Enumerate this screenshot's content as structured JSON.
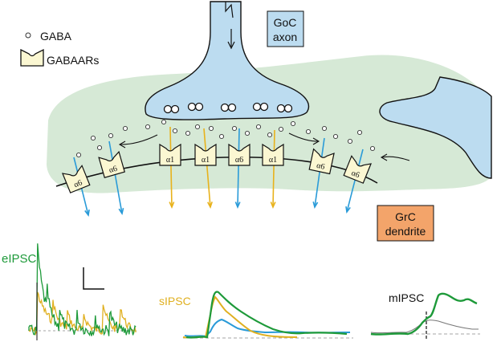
{
  "legend": {
    "gaba_label": "GABA",
    "receptor_label": "GABAARs"
  },
  "labels": {
    "goc_line1": "GoC",
    "goc_line2": "axon",
    "grc_line1": "GrC",
    "grc_line2": "dendrite",
    "eipsc": "eIPSC",
    "sipsc": "sIPSC",
    "mipsc": "mIPSC"
  },
  "receptors": [
    {
      "label": "α6"
    },
    {
      "label": "α6"
    },
    {
      "label": "α1"
    },
    {
      "label": "α1"
    },
    {
      "label": "α6"
    },
    {
      "label": "α1"
    },
    {
      "label": "α6"
    },
    {
      "label": "α6"
    }
  ],
  "colors": {
    "tissue": "#d6e9d6",
    "axon_fill": "#bcdcf0",
    "receptor_fill": "#fbf7d2",
    "label_blue": "#bcdcf0",
    "label_orange": "#f3a46a",
    "current_blue": "#2a9bd8",
    "current_yellow": "#e8b21c",
    "trace_green": "#1e9a3a",
    "trace_yellow": "#e0b020",
    "trace_blue": "#2a9bd8"
  }
}
